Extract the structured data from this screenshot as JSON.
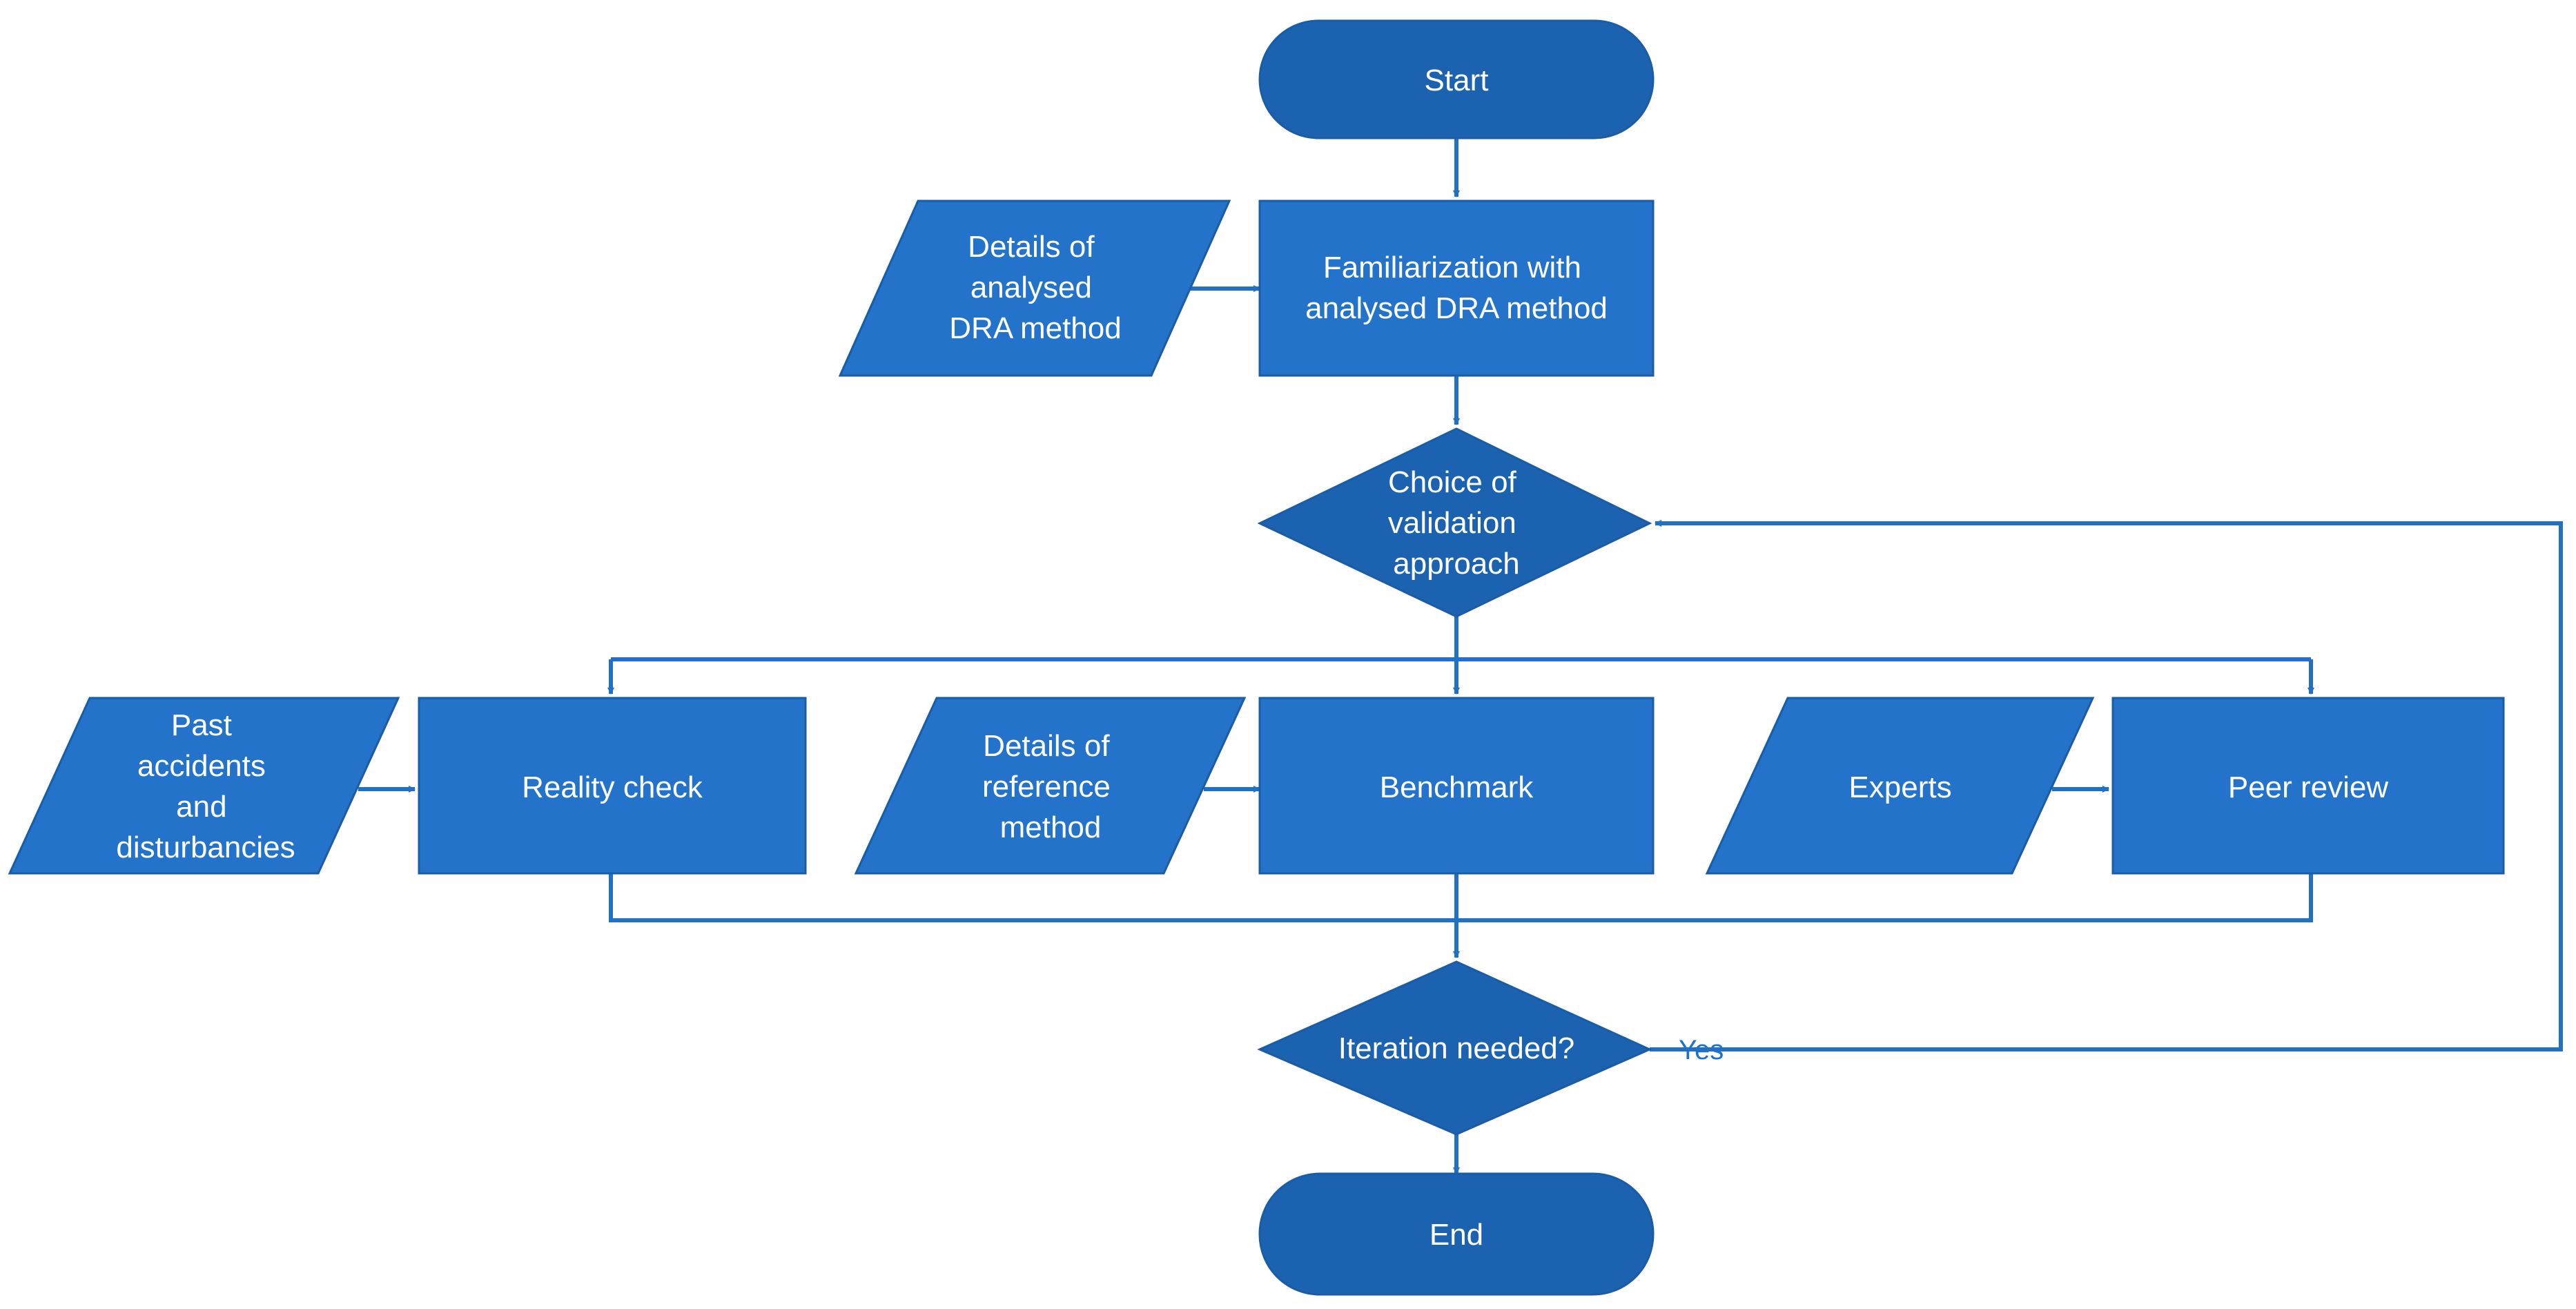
{
  "colors": {
    "process_fill": "#2273c9",
    "terminal_fill": "#1b62b0",
    "decision_fill": "#1b62b0",
    "stroke": "#1a5ca6",
    "connector": "#2170c8",
    "label": "#ffffff"
  },
  "nodes": {
    "start": {
      "shape": "terminal",
      "lines": [
        "Start"
      ]
    },
    "familiarization": {
      "shape": "process",
      "lines": [
        "Familiarization with",
        "analysed DRA method"
      ]
    },
    "details_dra": {
      "shape": "data",
      "lines": [
        "Details of",
        "analysed",
        "DRA method"
      ]
    },
    "choice": {
      "shape": "decision",
      "lines": [
        "Choice of",
        "validation",
        "approach"
      ]
    },
    "past_accidents": {
      "shape": "data",
      "lines": [
        "Past",
        "accidents",
        "and",
        "disturbancies"
      ]
    },
    "reality_check": {
      "shape": "process",
      "lines": [
        "Reality check"
      ]
    },
    "details_reference": {
      "shape": "data",
      "lines": [
        "Details of",
        "reference",
        "method"
      ]
    },
    "benchmark": {
      "shape": "process",
      "lines": [
        "Benchmark"
      ]
    },
    "experts": {
      "shape": "data",
      "lines": [
        "Experts"
      ]
    },
    "peer_review": {
      "shape": "process",
      "lines": [
        "Peer review"
      ]
    },
    "iteration": {
      "shape": "decision",
      "lines": [
        "Iteration needed?"
      ]
    },
    "end": {
      "shape": "terminal",
      "lines": [
        "End"
      ]
    }
  },
  "edge_labels": {
    "yes": "Yes"
  }
}
